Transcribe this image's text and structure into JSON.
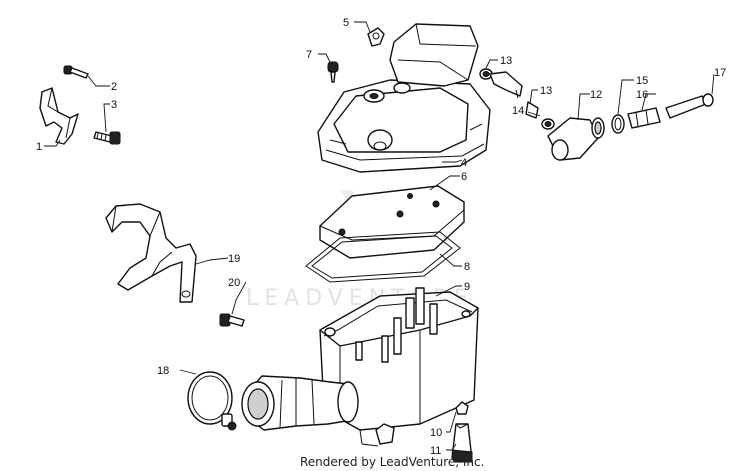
{
  "callouts": {
    "c1": "1",
    "c2": "2",
    "c3": "3",
    "c4": "4",
    "c5": "5",
    "c6": "6",
    "c7": "7",
    "c8": "8",
    "c9": "9",
    "c10": "10",
    "c11": "11",
    "c12": "12",
    "c13a": "13",
    "c13b": "13",
    "c14": "14",
    "c15": "15",
    "c16": "16",
    "c17": "17",
    "c18": "18",
    "c19": "19",
    "c20": "20"
  },
  "watermark": "LEADVENTURE",
  "footer": "Rendered by LeadVenture, Inc."
}
